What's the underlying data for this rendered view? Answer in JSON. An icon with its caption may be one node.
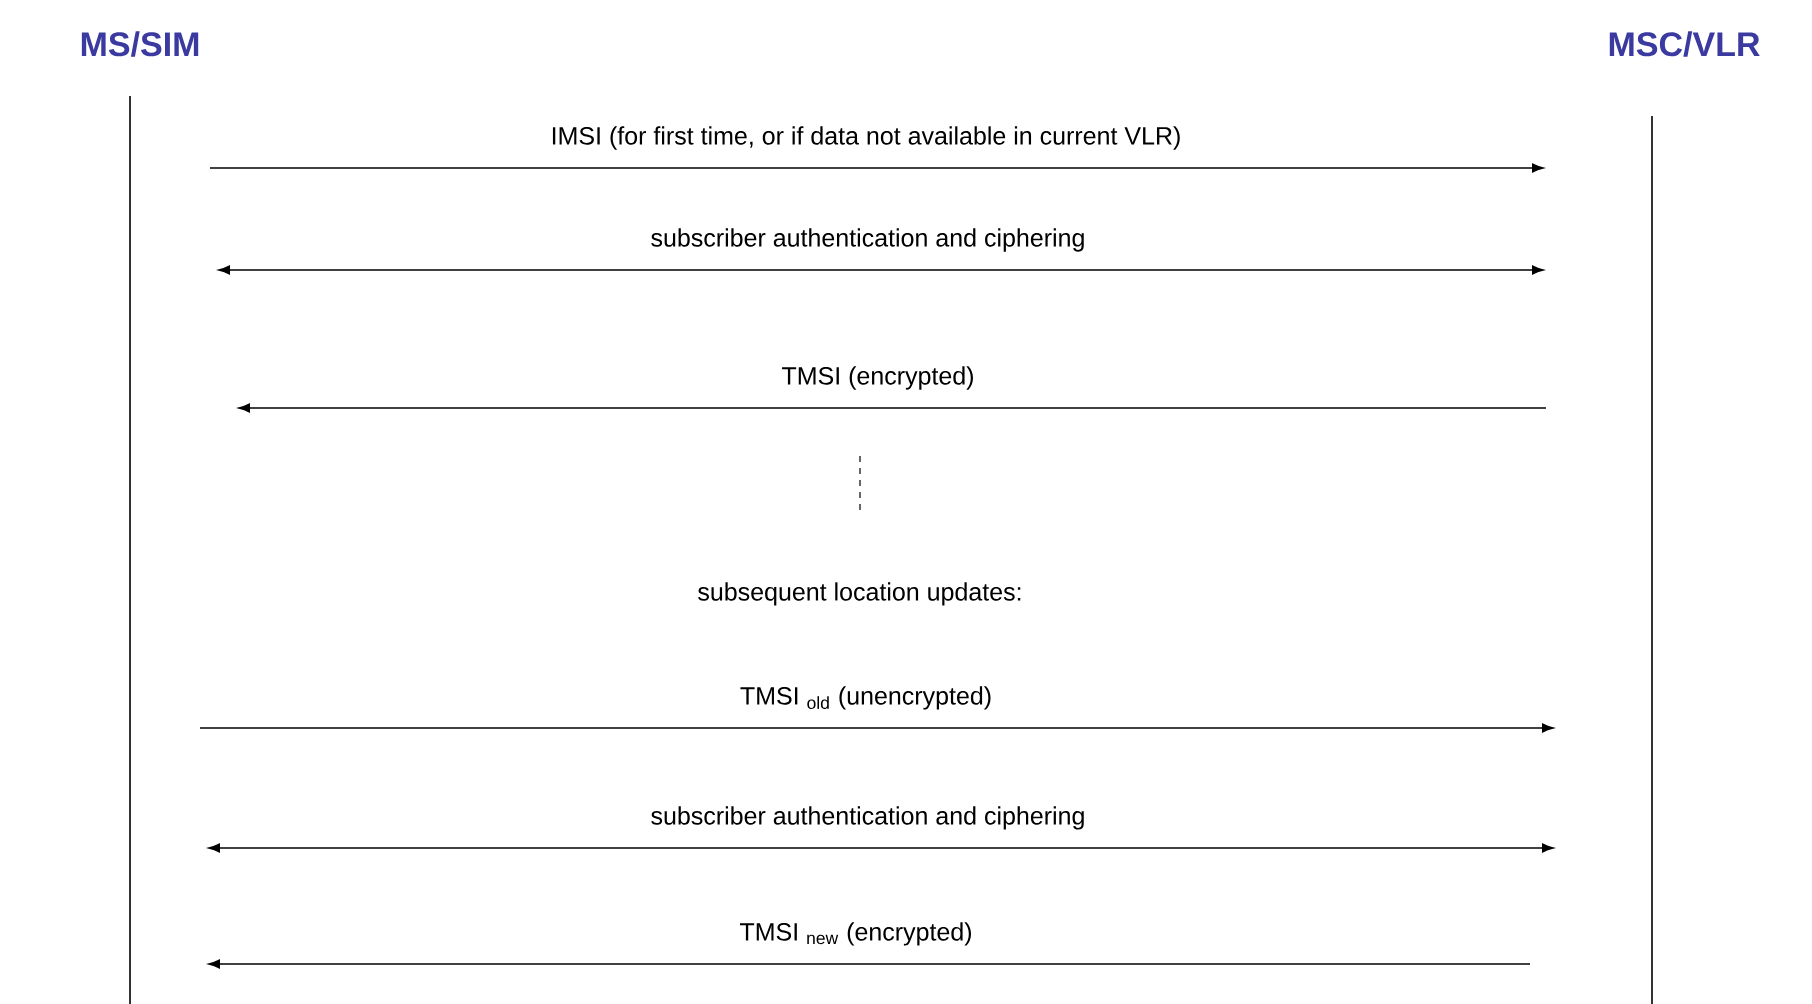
{
  "diagram": {
    "nodes": [
      {
        "text": [
          "MS/SIM"
        ]
      },
      {
        "text": [
          "MSC/VLR"
        ]
      }
    ],
    "edges": [
      {
        "from": 0,
        "to": 1,
        "arrow": "to",
        "label": "IMSI (for first time, or if data not available in current VLR)"
      },
      {
        "from": 0,
        "to": 1,
        "arrow": "both",
        "label": "subscriber authentication and ciphering"
      },
      {
        "from": 1,
        "to": 0,
        "arrow": "to",
        "label": "TMSI (encrypted)"
      },
      {
        "from": 0,
        "to": 1,
        "arrow": "to",
        "label": "TMSI $_{old}$ (unencrypted)"
      },
      {
        "from": 0,
        "to": 1,
        "arrow": "both",
        "label": "subscriber authentication and ciphering"
      },
      {
        "from": 1,
        "to": 0,
        "arrow": "to",
        "label": "TMSI $_{new}$ (encrypted)"
      }
    ],
    "labels": [
      "subsequent location updates:"
    ]
  }
}
